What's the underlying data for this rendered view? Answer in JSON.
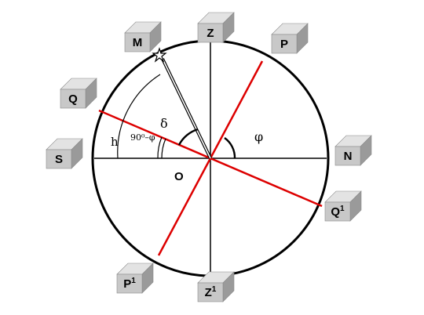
{
  "boxes": {
    "m": {
      "label": "M",
      "sup": ""
    },
    "z": {
      "label": "Z",
      "sup": ""
    },
    "p": {
      "label": "P",
      "sup": ""
    },
    "q": {
      "label": "Q",
      "sup": ""
    },
    "s": {
      "label": "S",
      "sup": ""
    },
    "n": {
      "label": "N",
      "sup": ""
    },
    "q1": {
      "label": "Q",
      "sup": "1"
    },
    "p1": {
      "label": "P",
      "sup": "1"
    },
    "z1": {
      "label": "Z",
      "sup": "1"
    }
  },
  "labels": {
    "delta": "δ",
    "phi": "φ",
    "h": "h",
    "co_latitude": "90⁰–φ",
    "center": "O"
  },
  "colors": {
    "axis": "#000000",
    "equator_axis": "#dd0000",
    "box_front": "#c8c8c8",
    "box_top": "#e3e3e3",
    "box_side": "#9a9a9a"
  }
}
